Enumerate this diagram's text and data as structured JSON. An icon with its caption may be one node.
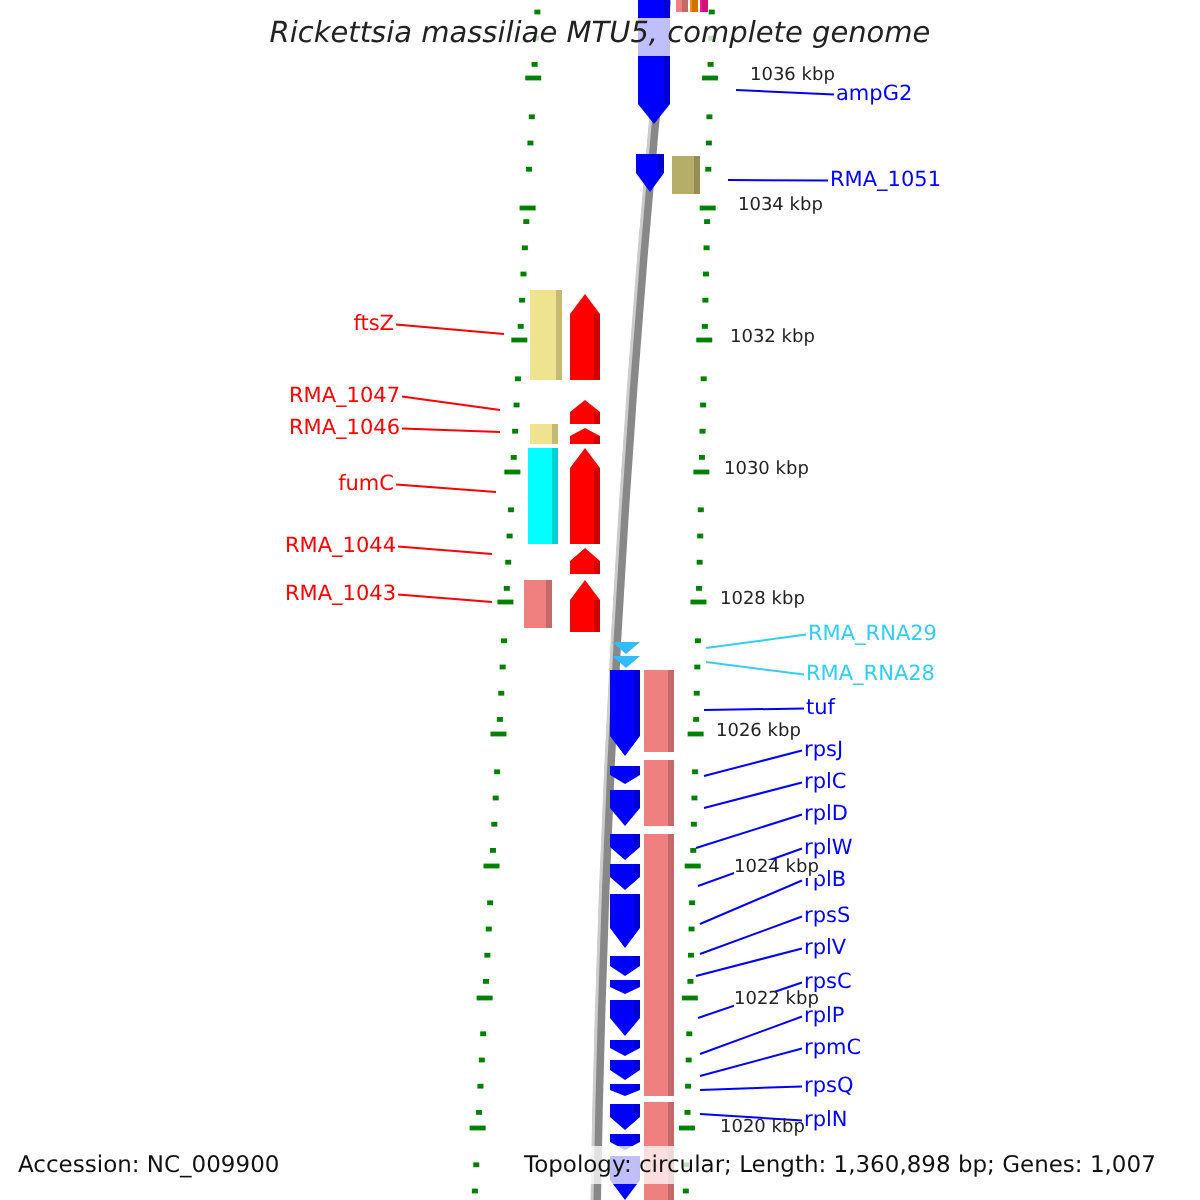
{
  "diagram": {
    "title": "Rickettsia massiliae MTU5, complete genome",
    "nodes": [
      {
        "text": [
          "ampG2"
        ]
      },
      {
        "text": [
          "RMA_1051"
        ]
      },
      {
        "text": [
          "ftsZ"
        ]
      },
      {
        "text": [
          "RMA_1047"
        ]
      },
      {
        "text": [
          "RMA_1046"
        ]
      },
      {
        "text": [
          "fumC"
        ]
      },
      {
        "text": [
          "RMA_1044"
        ]
      },
      {
        "text": [
          "RMA_1043"
        ]
      },
      {
        "text": [
          "RMA_RNA29"
        ]
      },
      {
        "text": [
          "RMA_RNA28"
        ]
      },
      {
        "text": [
          "tuf"
        ]
      },
      {
        "text": [
          "rpsJ"
        ]
      },
      {
        "text": [
          "rplC"
        ]
      },
      {
        "text": [
          "rplD"
        ]
      },
      {
        "text": [
          "rplW"
        ]
      },
      {
        "text": [
          "rplB"
        ]
      },
      {
        "text": [
          "rpsS"
        ]
      },
      {
        "text": [
          "rplV"
        ]
      },
      {
        "text": [
          "rpsC"
        ]
      },
      {
        "text": [
          "rplP"
        ]
      },
      {
        "text": [
          "rpmC"
        ]
      },
      {
        "text": [
          "rpsQ"
        ]
      },
      {
        "text": [
          "rplN"
        ]
      }
    ],
    "edges": [
      {
        "from": 0,
        "to": null,
        "arrow": "none"
      },
      {
        "from": 1,
        "to": null,
        "arrow": "none"
      },
      {
        "from": 2,
        "to": null,
        "arrow": "none",
        "color": "#ff0000"
      },
      {
        "from": 3,
        "to": null,
        "arrow": "none",
        "color": "#ff0000"
      },
      {
        "from": 4,
        "to": null,
        "arrow": "none",
        "color": "#ff0000"
      },
      {
        "from": 5,
        "to": null,
        "arrow": "none",
        "color": "#ff0000"
      },
      {
        "from": 6,
        "to": null,
        "arrow": "none",
        "color": "#ff0000"
      },
      {
        "from": 7,
        "to": null,
        "arrow": "none",
        "color": "#ff0000"
      },
      {
        "from": 8,
        "to": null,
        "arrow": "none",
        "color": "#33ccff"
      },
      {
        "from": 9,
        "to": null,
        "arrow": "none",
        "color": "#33ccff"
      },
      {
        "from": 10,
        "to": null,
        "arrow": "none"
      },
      {
        "from": 11,
        "to": null,
        "arrow": "none"
      },
      {
        "from": 12,
        "to": null,
        "arrow": "none"
      },
      {
        "from": 13,
        "to": null,
        "arrow": "none"
      },
      {
        "from": 14,
        "to": null,
        "arrow": "none"
      },
      {
        "from": 15,
        "to": null,
        "arrow": "none"
      },
      {
        "from": 16,
        "to": null,
        "arrow": "none"
      },
      {
        "from": 17,
        "to": null,
        "arrow": "none"
      },
      {
        "from": 18,
        "to": null,
        "arrow": "none"
      },
      {
        "from": 19,
        "to": null,
        "arrow": "none"
      },
      {
        "from": 20,
        "to": null,
        "arrow": "none"
      },
      {
        "from": 21,
        "to": null,
        "arrow": "none"
      },
      {
        "from": 22,
        "to": null,
        "arrow": "none"
      }
    ],
    "labels": [
      "1036 kbp",
      "1034 kbp",
      "1032 kbp",
      "1030 kbp",
      "1028 kbp",
      "1026 kbp",
      "1024 kbp",
      "1022 kbp",
      "1020 kbp",
      "Accession: NC_009900",
      "Topology: circular; Length: 1,360,898 bp; Genes: 1,007"
    ]
  }
}
